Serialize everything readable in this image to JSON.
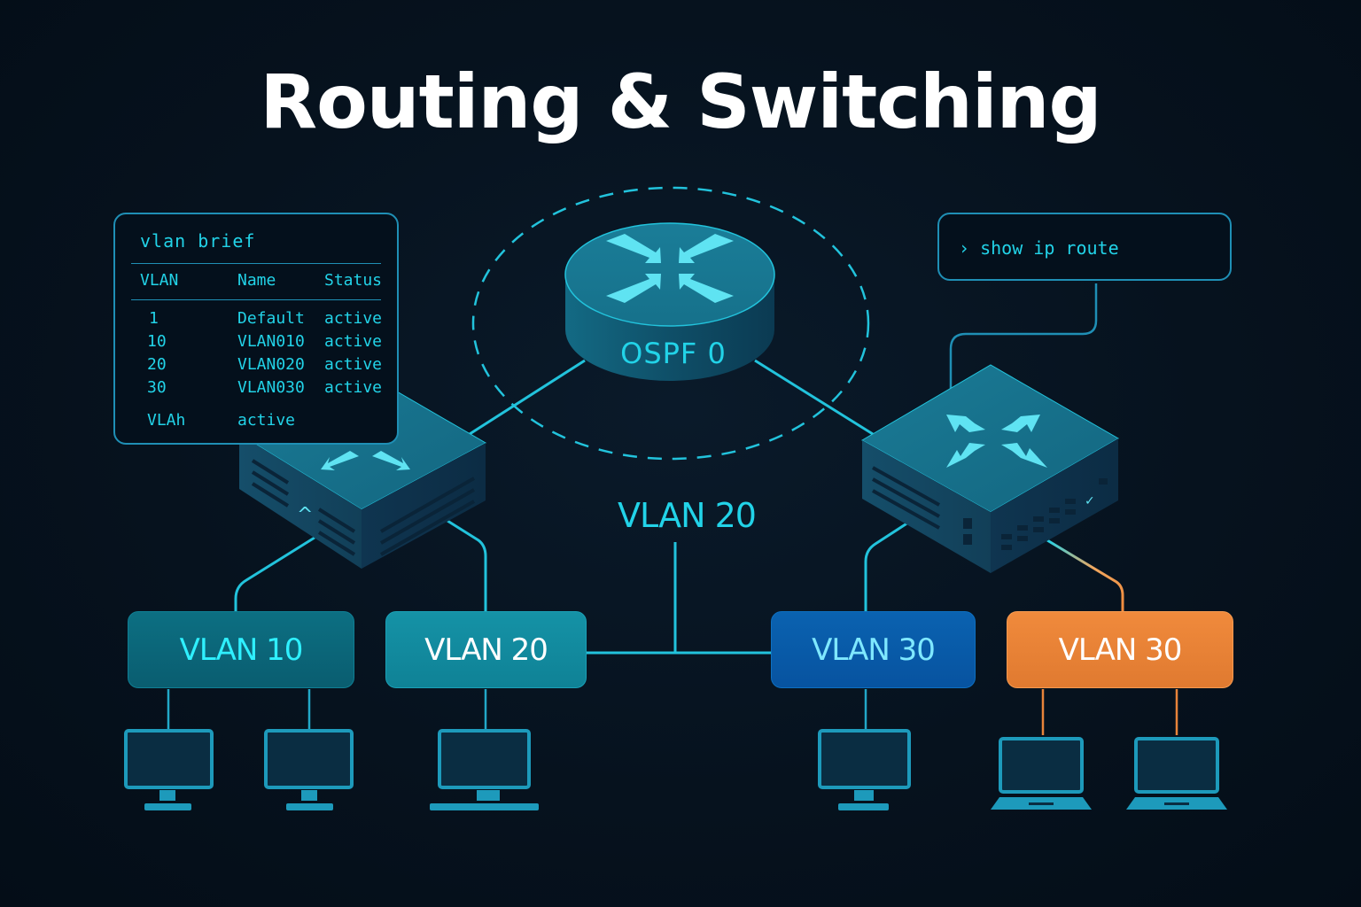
{
  "title": "Routing & Switching",
  "colors": {
    "background": "#06121e",
    "accent_cyan": "#22d3e8",
    "vlan10": "#0c6f82",
    "vlan20": "#1592a6",
    "vlan30_blue": "#0a62b0",
    "vlan30_orange": "#f08a3c",
    "device": "#15627d"
  },
  "vlan_brief_panel": {
    "command": "vlan brief",
    "headers": [
      "VLAN",
      "Name",
      "Status"
    ],
    "rows": [
      {
        "vlan": "1",
        "name": "Default",
        "status": "active"
      },
      {
        "vlan": "10",
        "name": "VLAN010",
        "status": "active"
      },
      {
        "vlan": "20",
        "name": "VLAN020",
        "status": "active"
      },
      {
        "vlan": "30",
        "name": "VLAN030",
        "status": "active"
      }
    ],
    "footer": {
      "vlan": "VLAh",
      "status": "active"
    }
  },
  "route_panel": {
    "prompt_icon": "chevron-right-icon",
    "prompt_glyph": "›",
    "command": "show ip route"
  },
  "router": {
    "label": "OSPF 0",
    "icon": "router-arrows-inward-icon"
  },
  "switches": [
    {
      "name": "left-switch",
      "icon": "switch-arrows-icon",
      "status_glyph": "^"
    },
    {
      "name": "right-switch",
      "icon": "switch-arrows-icon",
      "status_glyph": "✓"
    }
  ],
  "trunk_label": "VLAN 20",
  "vlans": [
    {
      "label": "VLAN 10",
      "hosts": [
        "desktop",
        "desktop"
      ]
    },
    {
      "label": "VLAN 20",
      "hosts": [
        "desktop"
      ]
    },
    {
      "label": "VLAN 30",
      "hosts": [
        "desktop"
      ]
    },
    {
      "label": "VLAN 30",
      "hosts": [
        "laptop",
        "laptop"
      ]
    }
  ]
}
